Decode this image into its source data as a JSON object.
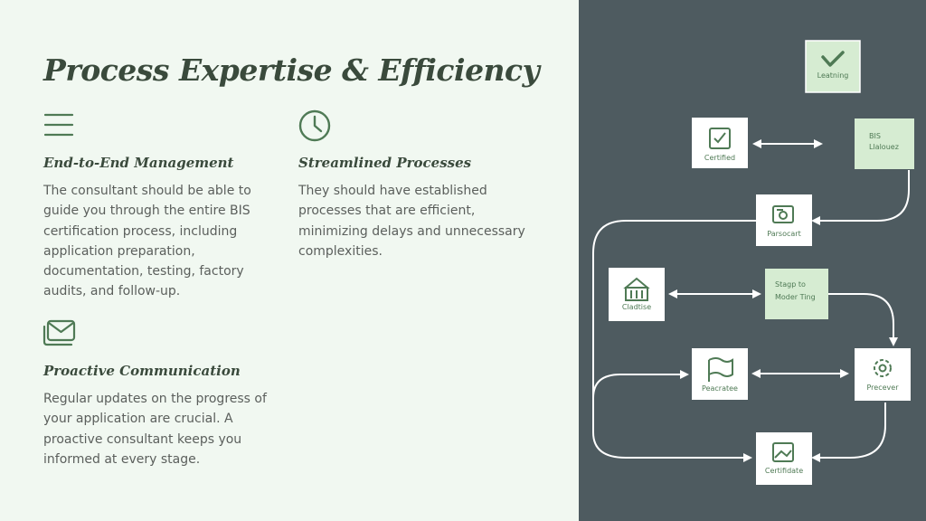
{
  "title": "Process Expertise & Efficiency",
  "features": [
    {
      "icon": "menu-lines-icon",
      "title": "End-to-End Management",
      "description": "The consultant should be able to guide you through the entire BIS certification process, including application preparation, documentation, testing, factory audits, and follow-up."
    },
    {
      "icon": "clock-icon",
      "title": "Streamlined Processes",
      "description": "They should have established processes that are efficient, minimizing delays and unnecessary complexities."
    },
    {
      "icon": "mail-icon",
      "title": "Proactive Communication",
      "description": "Regular updates on the progress of your application are crucial. A proactive consultant keeps you informed at every stage."
    }
  ],
  "colors": {
    "background": "#f1f8f1",
    "accent": "#4f7a55",
    "panel": "#4e5b60",
    "node_fill": "#d6ecd2",
    "node_white": "#ffffff"
  },
  "diagram": {
    "nodes": [
      {
        "id": "leatning",
        "label": "Leatning",
        "icon": "check-icon"
      },
      {
        "id": "certified",
        "label": "Certified",
        "icon": "document-check-icon"
      },
      {
        "id": "bis",
        "label": "BIS\nLlalouez",
        "icon": ""
      },
      {
        "id": "parsocert",
        "label": "Parsocart",
        "icon": "camera-icon"
      },
      {
        "id": "cladtise",
        "label": "Cladtise",
        "icon": "building-icon"
      },
      {
        "id": "stagp",
        "label": "Stagp to\nModer Ting",
        "icon": ""
      },
      {
        "id": "peacratee",
        "label": "Peacratee",
        "icon": "flag-icon"
      },
      {
        "id": "precever",
        "label": "Precever",
        "icon": "gear-icon"
      },
      {
        "id": "certifidate",
        "label": "Certifidate",
        "icon": "image-icon"
      }
    ]
  }
}
